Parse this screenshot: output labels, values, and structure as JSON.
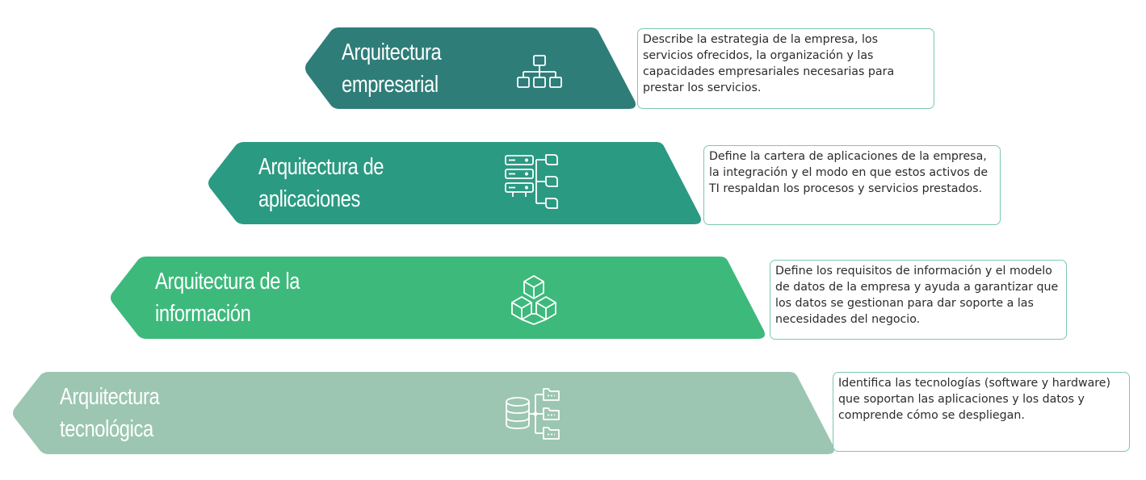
{
  "layers": [
    {
      "title_line1": "Arquitectura",
      "title_line2": "empresarial",
      "icon": "org-chart-icon",
      "color": "#2e7d78",
      "description": "Describe la estrategia de la empresa, los servicios ofrecidos, la organización y las capacidades empresariales necesarias para prestar los servicios."
    },
    {
      "title_line1": "Arquitectura de",
      "title_line2": "aplicaciones",
      "icon": "server-apps-icon",
      "color": "#2b9a82",
      "description": "Define la cartera de aplicaciones de la empresa, la integración y el modo en que estos activos de TI respaldan los procesos y servicios prestados."
    },
    {
      "title_line1": "Arquitectura de la",
      "title_line2": "información",
      "icon": "cubes-icon",
      "color": "#3db97c",
      "description": "Define los requisitos de información y el modelo de datos de la empresa y ayuda a garantizar que los datos se gestionan para dar soporte a las necesidades del negocio."
    },
    {
      "title_line1": "Arquitectura",
      "title_line2": "tecnológica",
      "icon": "database-folders-icon",
      "color": "#9cc6b2",
      "description": "Identifica las tecnologías (software y hardware) que soportan las aplicaciones y los datos y comprende cómo se despliegan."
    }
  ]
}
